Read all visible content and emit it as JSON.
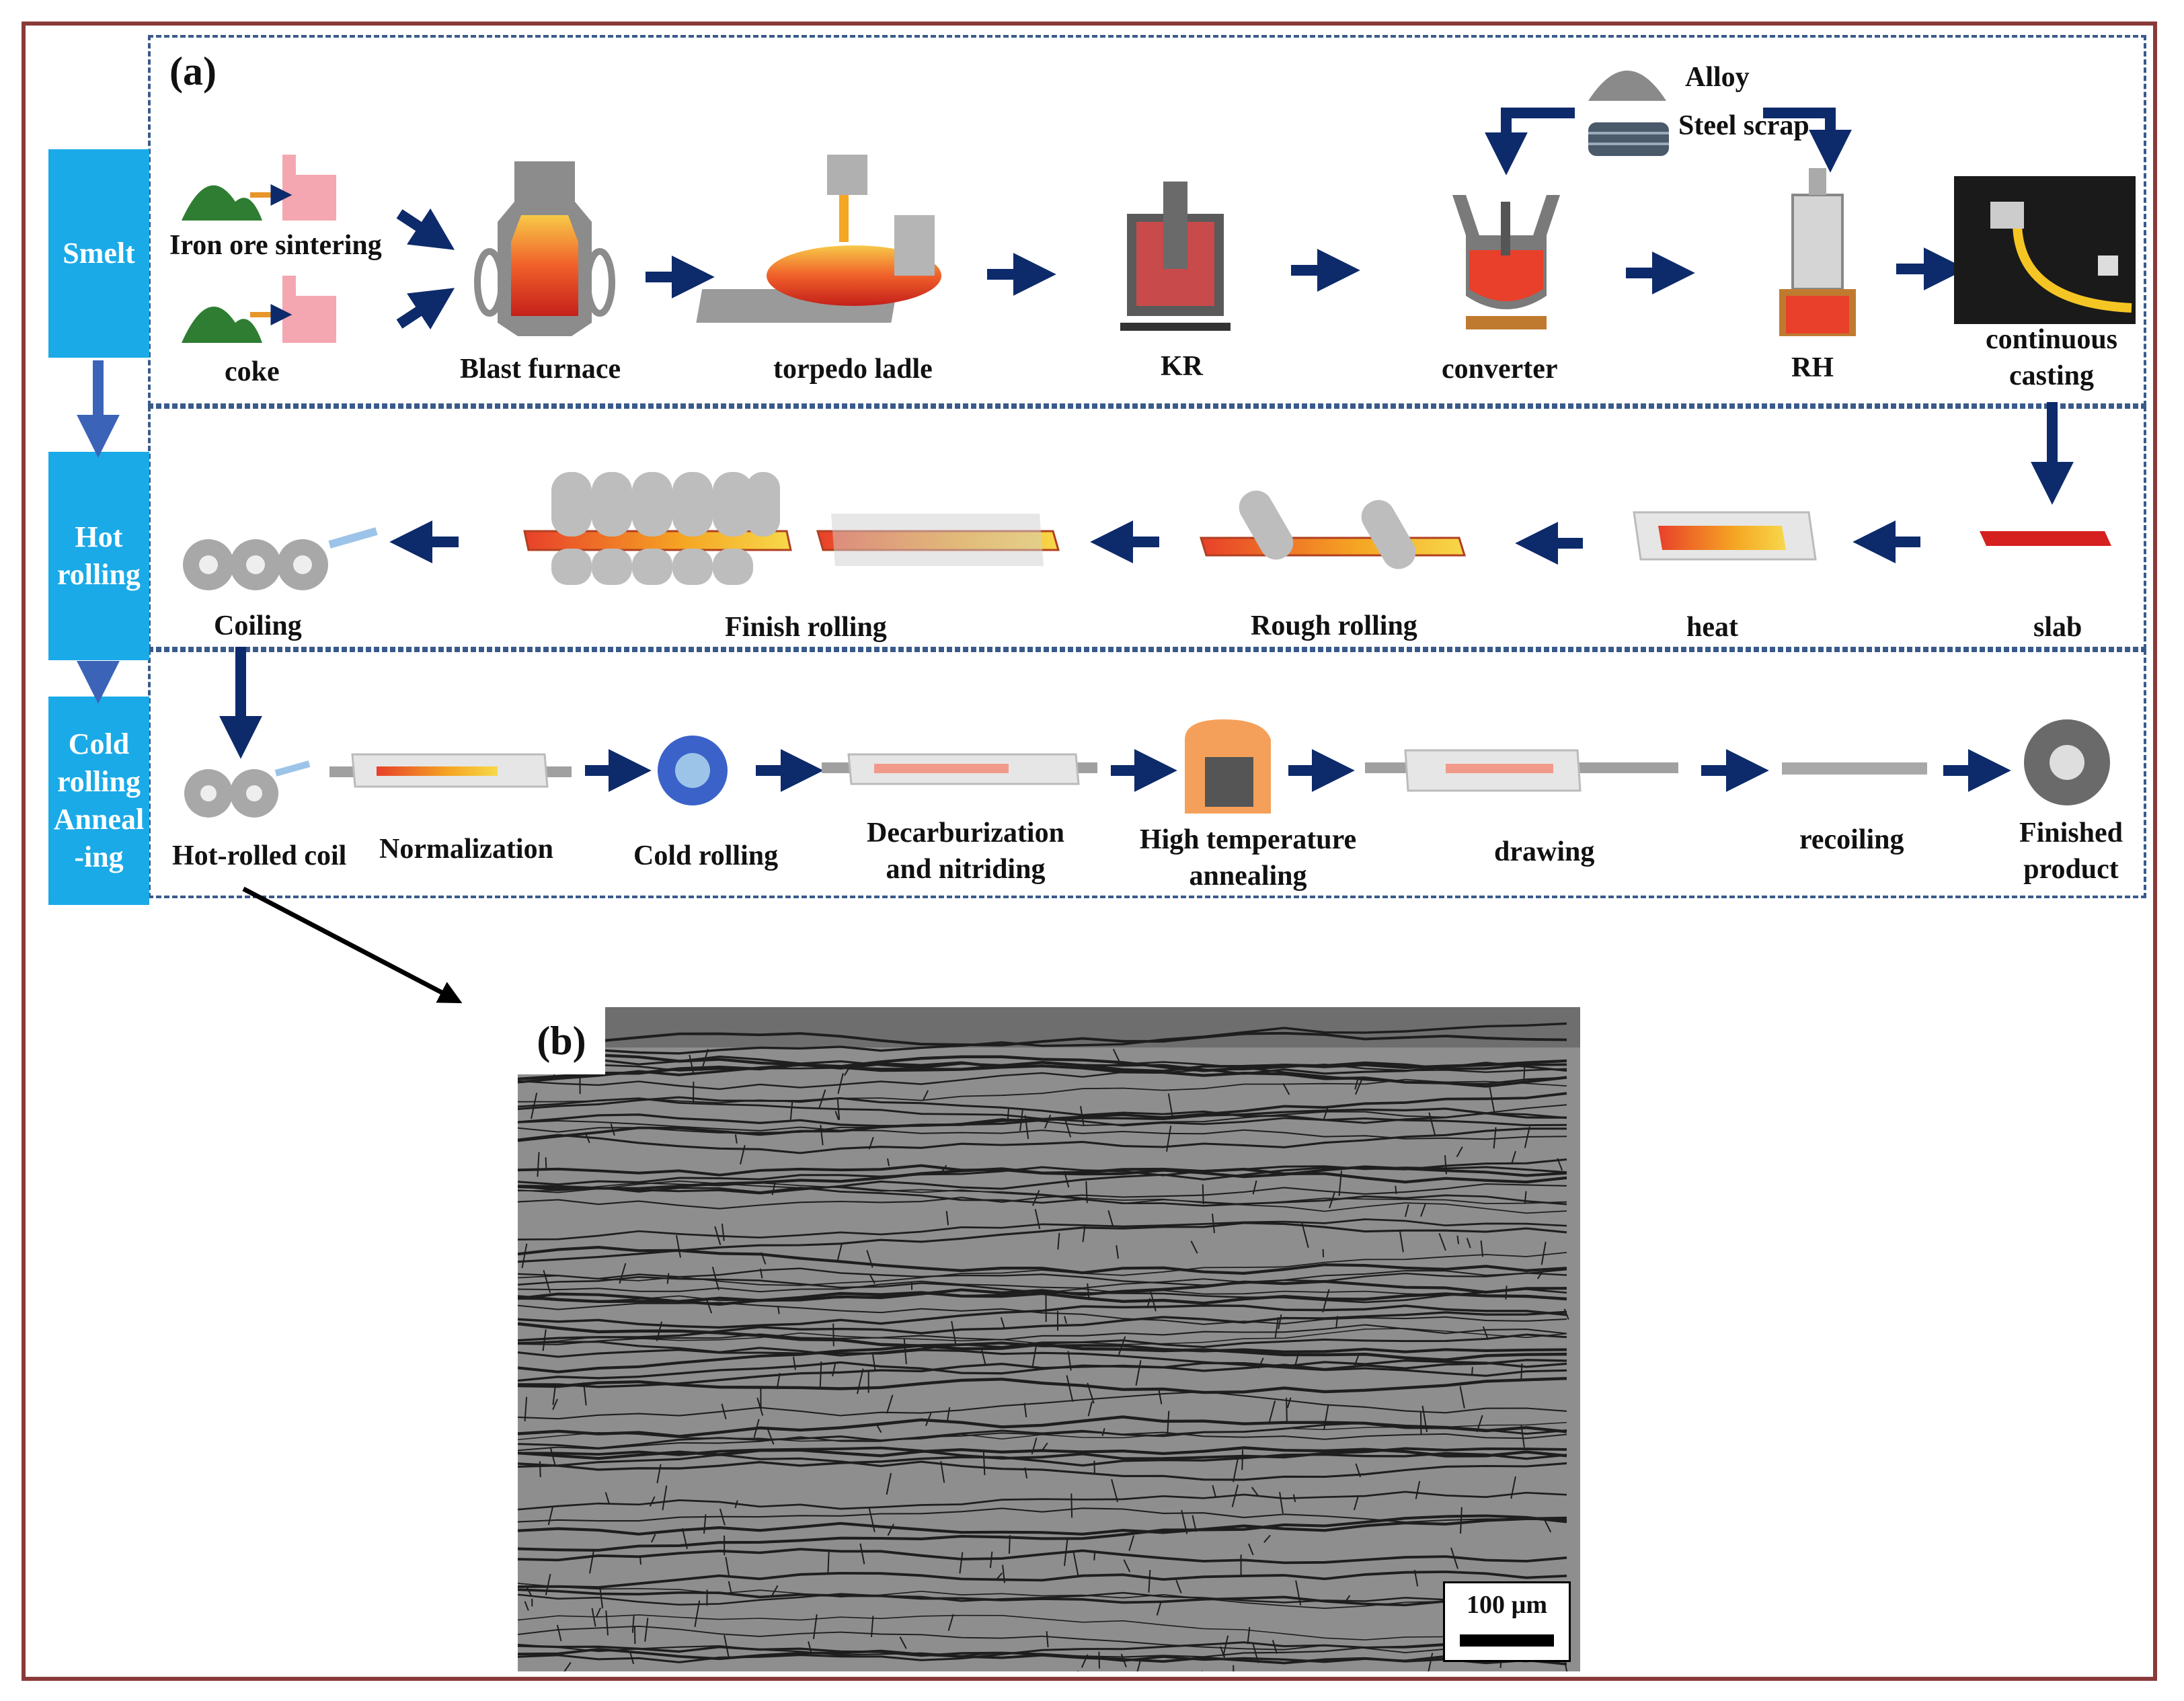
{
  "panel_labels": {
    "a": "(a)",
    "b": "(b)"
  },
  "stages": {
    "smelt": "Smelt",
    "hot_rolling": "Hot rolling",
    "cold_rolling": "Cold rolling Anneal -ing"
  },
  "smelt_row": {
    "iron_ore": "Iron ore sintering",
    "coke": "coke",
    "blast_furnace": "Blast furnace",
    "torpedo_ladle": "torpedo ladle",
    "kr": "KR",
    "converter": "converter",
    "rh": "RH",
    "continuous_casting": "continuous casting",
    "alloy": "Alloy",
    "steel_scrap": "Steel scrap"
  },
  "hot_row": {
    "coiling": "Coiling",
    "finish_rolling": "Finish rolling",
    "rough_rolling": "Rough rolling",
    "heat": "heat",
    "slab": "slab"
  },
  "cold_row": {
    "hot_rolled_coil": "Hot-rolled coil",
    "normalization": "Normalization",
    "cold_rolling": "Cold rolling",
    "decarb": "Decarburization and nitriding",
    "hta": "High temperature annealing",
    "drawing": "drawing",
    "recoiling": "recoiling",
    "finished": "Finished product"
  },
  "micrograph": {
    "scale_bar": "100 µm"
  },
  "colors": {
    "stage_blue": "#1aaae8",
    "arrow_navy": "#0d2a6b",
    "frame": "#8b3a3a",
    "dash": "#3a5a8a",
    "molten": "#e8402a",
    "hot_orange": "#f5a623"
  }
}
